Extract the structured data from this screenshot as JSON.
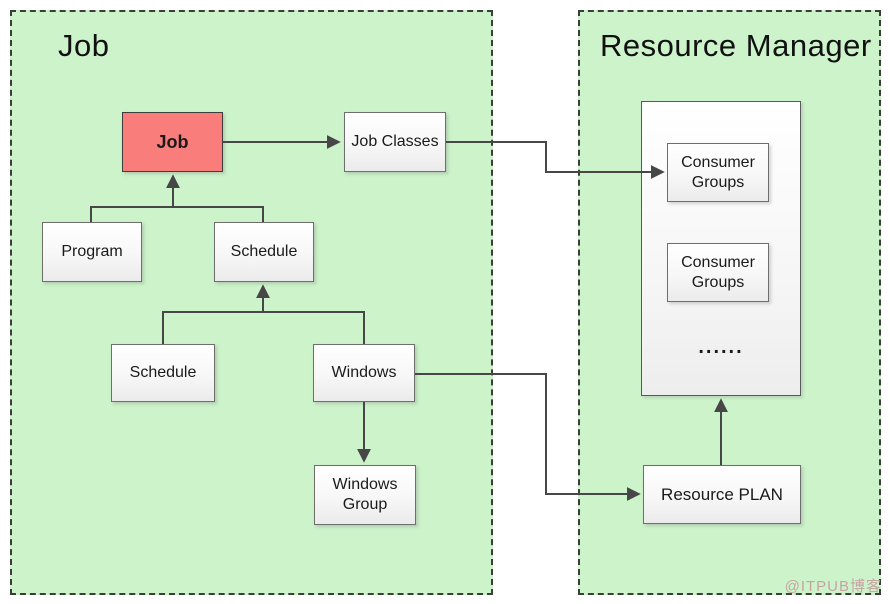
{
  "left_panel": {
    "title": "Job",
    "nodes": {
      "job": {
        "label": "Job"
      },
      "job_classes": {
        "label": "Job Classes"
      },
      "program": {
        "label": "Program"
      },
      "schedule": {
        "label": "Schedule"
      },
      "schedule_child": {
        "label": "Schedule"
      },
      "windows": {
        "label": "Windows"
      },
      "windows_group": {
        "label": "Windows Group"
      }
    }
  },
  "right_panel": {
    "title": "Resource Manager",
    "nodes": {
      "consumer_groups_1": {
        "label": "Consumer Groups"
      },
      "consumer_groups_2": {
        "label": "Consumer Groups"
      },
      "ellipsis": "......",
      "resource_plan": {
        "label": "Resource PLAN"
      }
    }
  },
  "watermark": {
    "text": "@ITPUB博客"
  },
  "colors": {
    "panel_fill": "#cdf3cb",
    "panel_border": "#3c3c3c",
    "highlight_fill": "#f97d7a",
    "node_border": "#6e6e6e",
    "connector": "#474747",
    "watermark_text": "#c49c9e"
  }
}
